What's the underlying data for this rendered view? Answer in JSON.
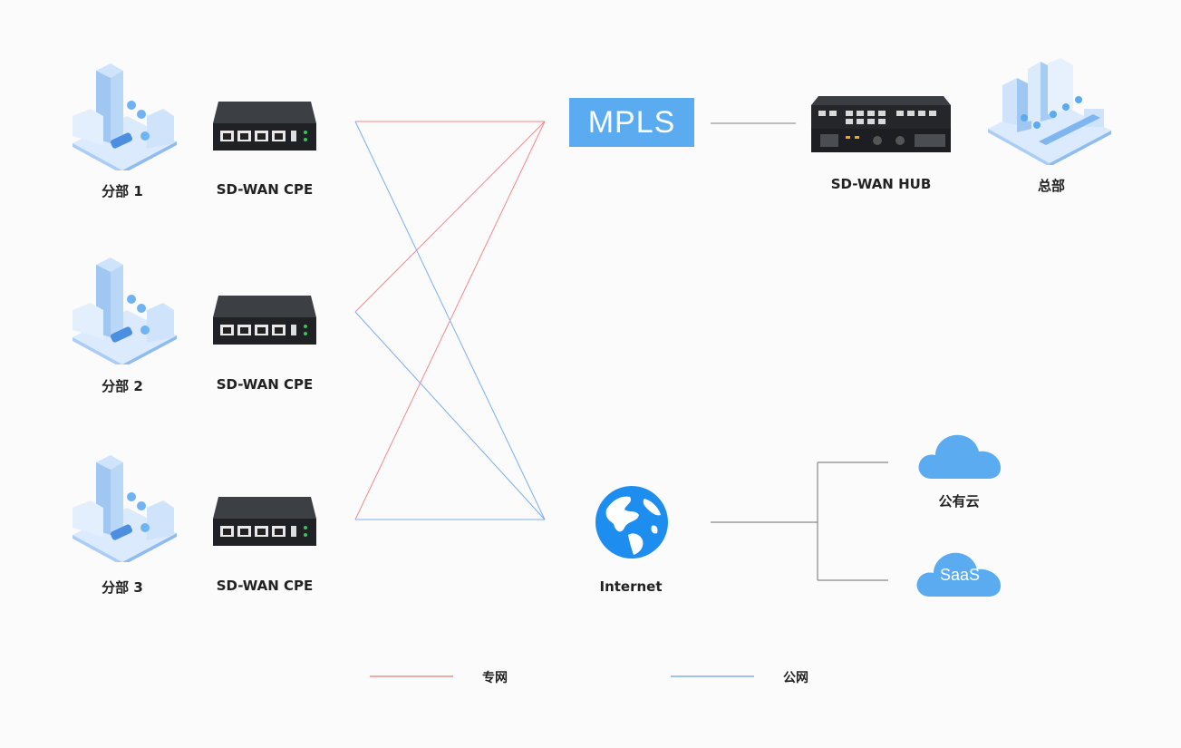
{
  "branches": [
    {
      "name": "分部 1",
      "device": "SD-WAN CPE"
    },
    {
      "name": "分部 2",
      "device": "SD-WAN CPE"
    },
    {
      "name": "分部 3",
      "device": "SD-WAN CPE"
    }
  ],
  "mpls": "MPLS",
  "hub": "SD-WAN HUB",
  "hq": "总部",
  "internet": "Internet",
  "public_cloud": "公有云",
  "saas": "SaaS",
  "legend": {
    "private": {
      "label": "专网",
      "color": "#f28b8b"
    },
    "public": {
      "label": "公网",
      "color": "#7aaff0"
    }
  },
  "icons": {
    "branch": "building-cluster-icon",
    "cpe": "router-switch-icon",
    "hub": "rack-server-icon",
    "hq": "hq-buildings-icon",
    "internet": "globe-icon",
    "cloud": "cloud-icon"
  },
  "colors": {
    "accent": "#5aabf0",
    "line_gray": "#888888"
  }
}
